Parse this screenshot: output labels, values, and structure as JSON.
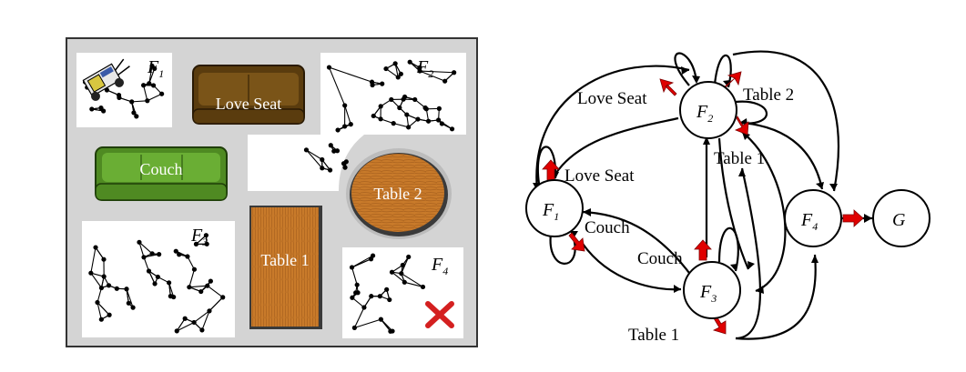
{
  "map": {
    "rooms": [
      {
        "id": "F1",
        "letter": "F",
        "sub": "1"
      },
      {
        "id": "F2",
        "letter": "F",
        "sub": "2"
      },
      {
        "id": "F3",
        "letter": "F",
        "sub": "3"
      },
      {
        "id": "F4",
        "letter": "F",
        "sub": "4"
      }
    ],
    "furniture": {
      "love_seat": "Love Seat",
      "couch": "Couch",
      "table1": "Table 1",
      "table2": "Table 2"
    },
    "colors": {
      "floor": "#ffffff",
      "padding": "#d4d4d4",
      "border": "#333333",
      "love_seat": "#6b4a14",
      "couch": "#5a9a2c",
      "table": "#c87a2a",
      "goal_marker": "#d42020"
    },
    "goal_marker_icon": "x-mark-icon",
    "robot_icon": "robot-icon"
  },
  "graph": {
    "nodes": [
      {
        "id": "F1",
        "letter": "F",
        "sub": "1"
      },
      {
        "id": "F2",
        "letter": "F",
        "sub": "2"
      },
      {
        "id": "F3",
        "letter": "F",
        "sub": "3"
      },
      {
        "id": "F4",
        "letter": "F",
        "sub": "4"
      },
      {
        "id": "G",
        "letter": "G",
        "sub": ""
      }
    ],
    "edge_labels": {
      "f2_love_seat": "Love Seat",
      "f2_table2": "Table 2",
      "f2_table1": "Table 1",
      "f1_love_seat": "Love Seat",
      "f1_couch": "Couch",
      "f3_couch": "Couch",
      "f3_table1": "Table 1"
    },
    "colors": {
      "arrow": "#e00000",
      "edge": "#000000",
      "node_fill": "#ffffff"
    }
  }
}
